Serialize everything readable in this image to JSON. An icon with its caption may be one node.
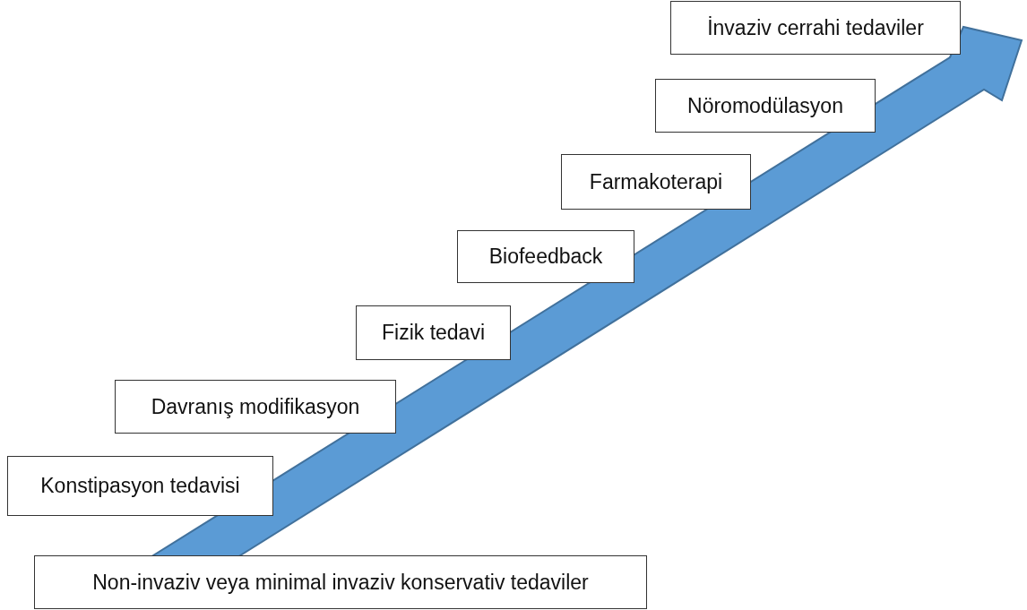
{
  "diagram": {
    "nodes": [
      {
        "text": [
          "İnvaziv cerrahi tedaviler"
        ]
      },
      {
        "text": [
          "Nöromodülasyon"
        ]
      },
      {
        "text": [
          "Farmakoterapi"
        ]
      },
      {
        "text": [
          "Biofeedback"
        ]
      },
      {
        "text": [
          "Fizik tedavi"
        ]
      },
      {
        "text": [
          "Davranış modifikasyon"
        ]
      },
      {
        "text": [
          "Konstipasyon tedavisi"
        ]
      },
      {
        "text": [
          "Non-invaziv veya minimal invaziv konservativ tedaviler"
        ]
      }
    ]
  }
}
